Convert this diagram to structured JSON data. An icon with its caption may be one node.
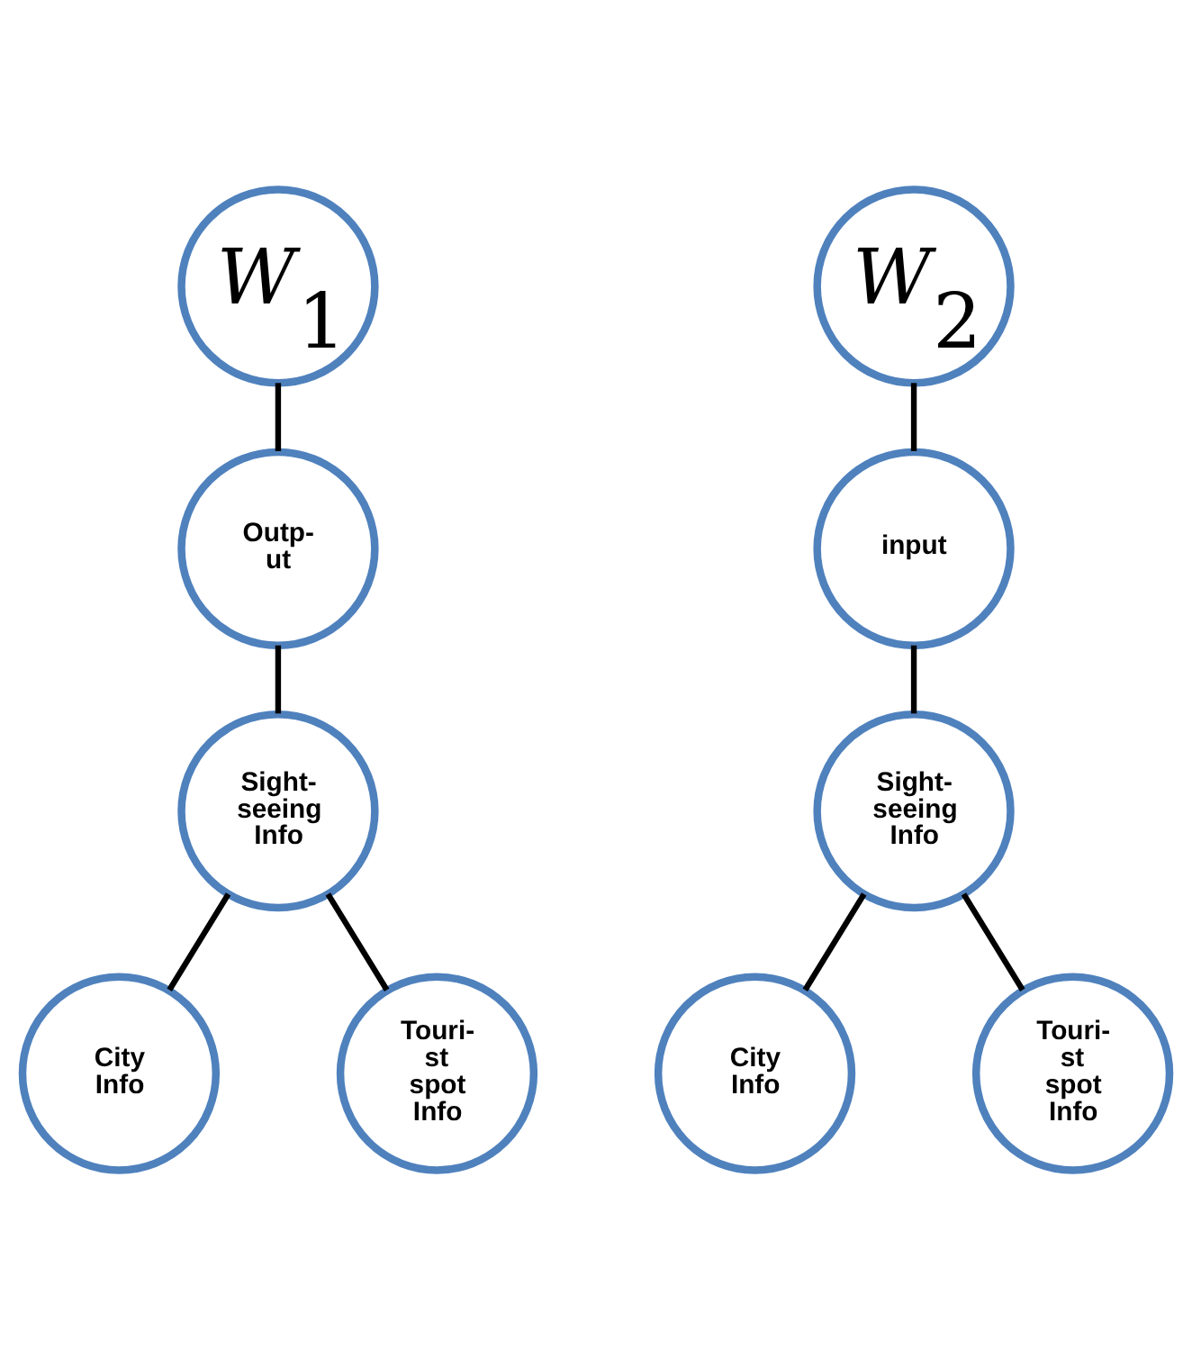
{
  "diagram": {
    "nodes": [
      {
        "text": [
          "*W*$_{1}$"
        ]
      },
      {
        "text": [
          "Outp- ut"
        ]
      },
      {
        "text": [
          "Sight- seeing Info"
        ]
      },
      {
        "text": [
          "City Info"
        ]
      },
      {
        "text": [
          "Touri- st spot Info"
        ]
      },
      {
        "text": [
          "*W*$_{2}$"
        ]
      },
      {
        "text": [
          "input"
        ]
      },
      {
        "text": [
          "Sight- seeing Info"
        ]
      },
      {
        "text": [
          "City Info"
        ]
      },
      {
        "text": [
          "Touri- st spot Info"
        ]
      }
    ],
    "edges": [
      {
        "from": 0,
        "to": 1,
        "arrow": "none"
      },
      {
        "from": 1,
        "to": 2,
        "arrow": "none"
      },
      {
        "from": 2,
        "to": 3,
        "arrow": "none"
      },
      {
        "from": 2,
        "to": 4,
        "arrow": "none"
      },
      {
        "from": 5,
        "to": 6,
        "arrow": "none"
      },
      {
        "from": 6,
        "to": 7,
        "arrow": "none"
      },
      {
        "from": 7,
        "to": 8,
        "arrow": "none"
      },
      {
        "from": 7,
        "to": 9,
        "arrow": "none"
      }
    ]
  }
}
